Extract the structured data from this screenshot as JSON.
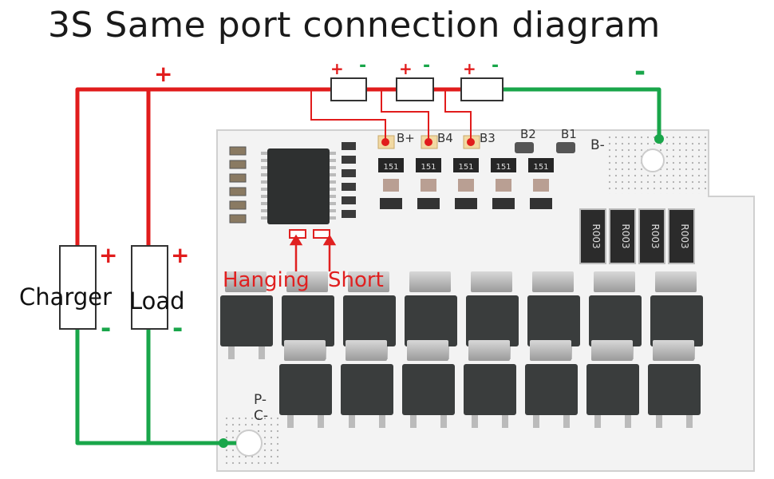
{
  "title": "3S Same port connection diagram",
  "symbols": {
    "plus": "+",
    "minus": "-"
  },
  "charger_label": "Charger",
  "load_label": "Load",
  "annotations": {
    "hanging": "Hanging",
    "short": "Short"
  },
  "board_labels": {
    "b_plus": "B+",
    "b4": "B4",
    "b3": "B3",
    "b2": "B2",
    "b1": "B1",
    "b_minus": "B-",
    "p_minus": "P-",
    "c_minus": "C-"
  },
  "component_markings": {
    "resistor_code": "R003",
    "smd_code": "151"
  },
  "colors": {
    "positive_wire": "#e11c1c",
    "negative_wire": "#19a64a",
    "annotation": "#e02020",
    "board": "#f4f4f4",
    "mosfet": "#3a3d3d"
  }
}
